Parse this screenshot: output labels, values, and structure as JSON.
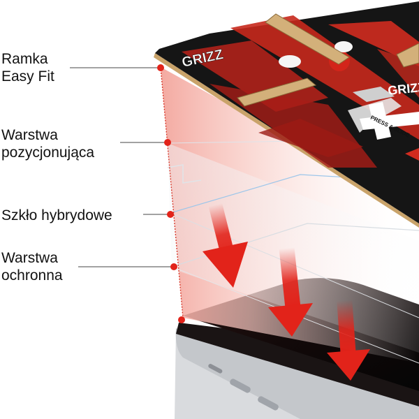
{
  "labels": {
    "frame": {
      "line1": "Ramka",
      "line2": "Easy Fit"
    },
    "positioning": {
      "line1": "Warstwa",
      "line2": "pozycjonująca"
    },
    "glass": {
      "line1": "Szkło hybrydowe"
    },
    "protective": {
      "line1": "Warstwa",
      "line2": "ochronna"
    }
  },
  "frame_brand": {
    "logo": "GRIZZ",
    "tagline": "PRESS & SLIDE"
  },
  "colors": {
    "accent_red": "#e2231a",
    "frame_black": "#151515",
    "wood_edge": "#c9a36a",
    "phone_silver": "#d9dbde"
  }
}
